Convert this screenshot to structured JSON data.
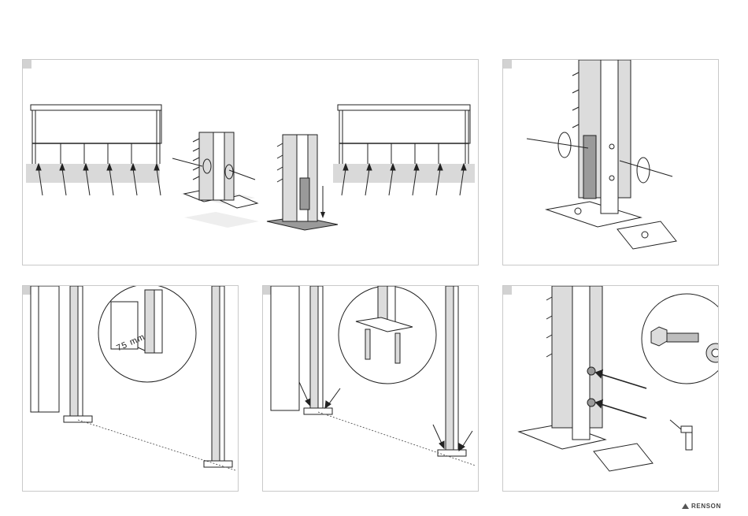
{
  "panels": [
    {
      "id": "step-1-wall-mount-panel"
    },
    {
      "id": "step-2-rotate-fix-panel"
    },
    {
      "id": "step-3-spacing-panel",
      "measurement_label": "75 mm"
    },
    {
      "id": "step-4-base-plate-panel"
    },
    {
      "id": "step-5-bolt-panel"
    }
  ],
  "brand": {
    "name": "RENSON",
    "trademark": "®"
  },
  "colors": {
    "panel_border": "#c9c9c9",
    "step_badge": "#d2d2d2",
    "ground": "#d9d9d9",
    "ink": "#222222"
  }
}
